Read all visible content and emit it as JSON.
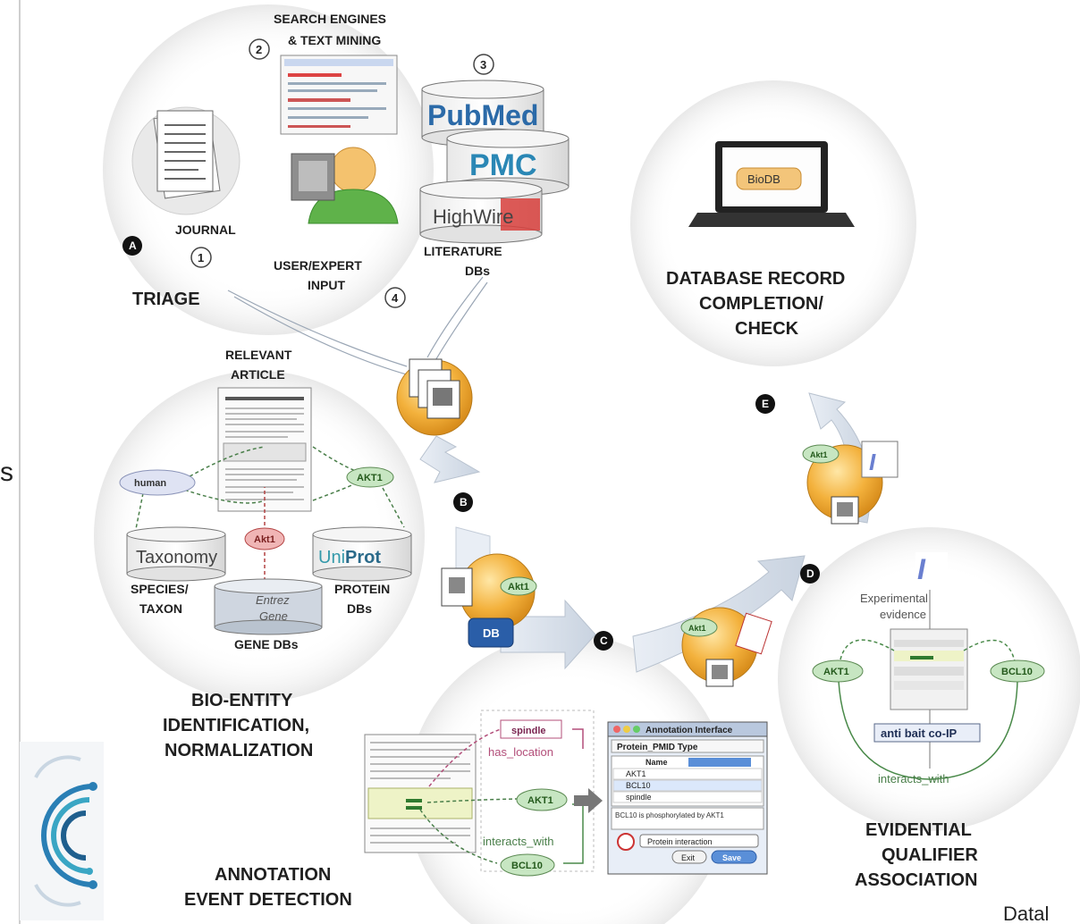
{
  "labels": {
    "search_engines_line1": "SEARCH ENGINES",
    "search_engines_line2": "& TEXT MINING",
    "journal": "JOURNAL",
    "user_expert_line1": "USER/EXPERT",
    "user_expert_line2": "INPUT",
    "literature_dbs_line1": "LITERATURE",
    "literature_dbs_line2": "DBs",
    "triage": "TRIAGE",
    "relevant_article_line1": "RELEVANT",
    "relevant_article_line2": "ARTICLE",
    "db_record_line1": "DATABASE RECORD",
    "db_record_line2": "COMPLETION/",
    "db_record_line3": "CHECK",
    "species_taxon_line1": "SPECIES/",
    "species_taxon_line2": "TAXON",
    "protein_dbs_line1": "PROTEIN",
    "protein_dbs_line2": "DBs",
    "gene_dbs": "GENE DBs",
    "bioentity_line1": "BIO-ENTITY",
    "bioentity_line2": "IDENTIFICATION,",
    "bioentity_line3": "NORMALIZATION",
    "annotation_line1": "ANNOTATION",
    "annotation_line2": "EVENT DETECTION",
    "evidential_line1": "EVIDENTIAL",
    "evidential_line2": "QUALIFIER",
    "evidential_line3": "ASSOCIATION",
    "experimental_line1": "Experimental",
    "experimental_line2": "evidence",
    "anti_bait": "anti bait co-IP",
    "interacts_with": "interacts_with",
    "has_location": "has_location",
    "spindle": "spindle",
    "cropped_right": "Datal",
    "cropped_left": "s"
  },
  "steps": {
    "a": "A",
    "b": "B",
    "c": "C",
    "d": "D",
    "e": "E"
  },
  "sources": {
    "n1": "1",
    "n2": "2",
    "n3": "3",
    "n4": "4"
  },
  "databases": {
    "pubmed_a": "Pub",
    "pubmed_b": "Med",
    "pmc": "PMC",
    "highwire": "HighWire",
    "biodb": "BioDB",
    "db": "DB",
    "taxonomy": "Taxonomy",
    "uniprot_a": "Uni",
    "uniprot_b": "Prot",
    "entrez_line1": "Entrez",
    "entrez_line2": "Gene"
  },
  "entities": {
    "human": "human",
    "akt1": "AKT1",
    "akt1_lower": "Akt1",
    "bcl10": "BCL10"
  },
  "annotation_interface": {
    "title": "Annotation Interface",
    "header": "Protein_PMID  Type",
    "col_name": "Name",
    "rows": [
      "AKT1",
      "BCL10",
      "spindle"
    ],
    "note": "BCL10 is phosphorylated by AKT1",
    "select": "Protein interaction",
    "exit": "Exit",
    "save": "Save"
  },
  "colors": {
    "badge": "#111111",
    "entity_green": "#c7e6c2",
    "entity_red": "#f0b5b5",
    "entity_blue": "#dfe3f3",
    "orb": "#f3b13c",
    "pmc_blue": "#2a87b5",
    "highwire_red": "#d8403c"
  }
}
